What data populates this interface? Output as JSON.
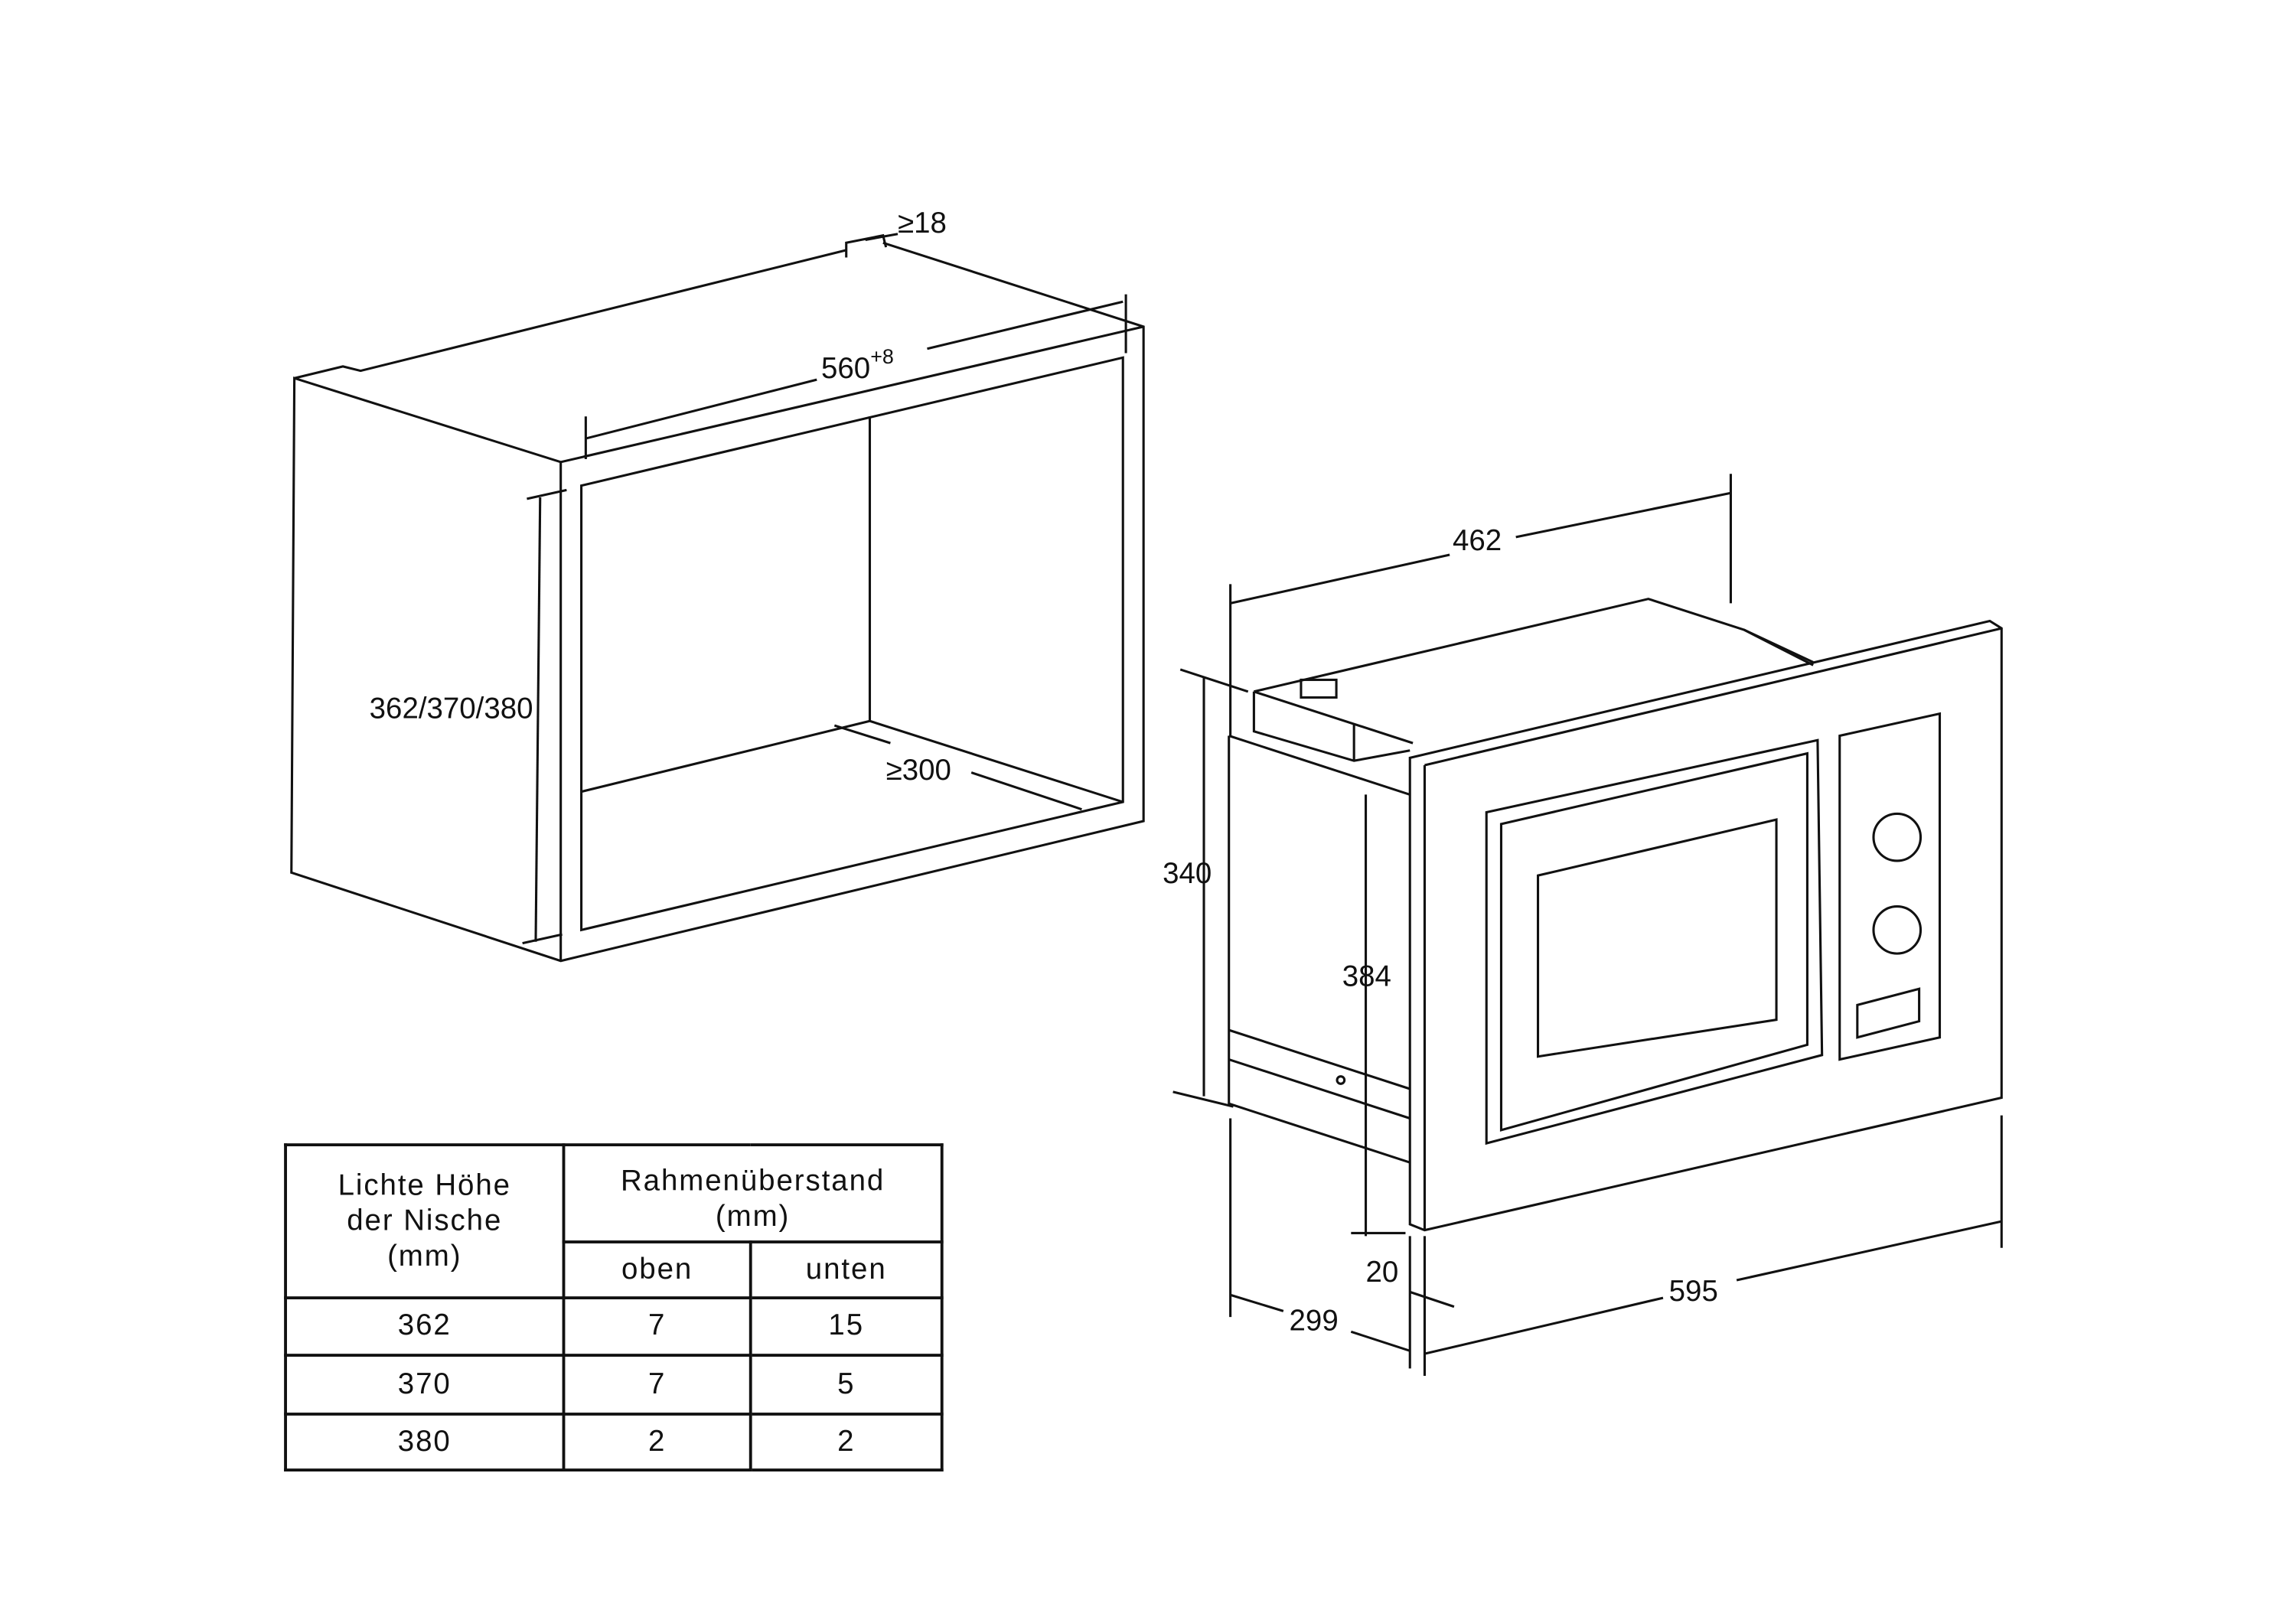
{
  "niche": {
    "width_label": "560",
    "width_tolerance": "+8",
    "height_label": "362/370/380",
    "depth_label": "≥300",
    "wall_label": "≥18"
  },
  "appliance": {
    "depth_label": "462",
    "height_label": "340",
    "frame_height_label": "384",
    "frame_width_label": "595",
    "side_depth_label": "299",
    "frame_depth_label": "20"
  },
  "table": {
    "col1_header": [
      "Lichte Höhe",
      "der Nische",
      "(mm)"
    ],
    "col2_header": [
      "Rahmenüberstand",
      "(mm)"
    ],
    "sub_headers": [
      "oben",
      "unten"
    ],
    "rows": [
      {
        "height": "362",
        "oben": "7",
        "unten": "15"
      },
      {
        "height": "370",
        "oben": "7",
        "unten": "5"
      },
      {
        "height": "380",
        "oben": "2",
        "unten": "2"
      }
    ]
  }
}
